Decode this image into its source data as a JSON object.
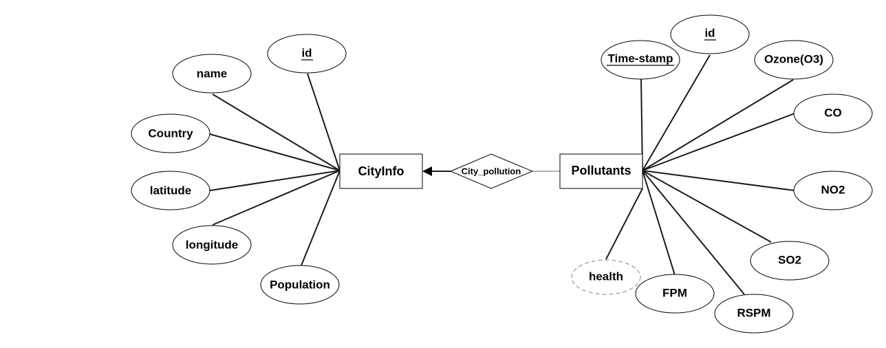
{
  "entities": {
    "cityinfo": {
      "label": "CityInfo"
    },
    "pollutants": {
      "label": "Pollutants"
    }
  },
  "relationship": {
    "label": "City_pollution"
  },
  "cityinfo_attributes": {
    "id": {
      "label": "id",
      "key": true
    },
    "name": {
      "label": "name"
    },
    "country": {
      "label": "Country"
    },
    "latitude": {
      "label": "latitude"
    },
    "longitude": {
      "label": "longitude"
    },
    "population": {
      "label": "Population"
    }
  },
  "pollutants_attributes": {
    "id": {
      "label": "id",
      "key": true
    },
    "time_stamp": {
      "label": "Time-stamp",
      "key": true
    },
    "ozone": {
      "label": "Ozone(O3)"
    },
    "co": {
      "label": "CO"
    },
    "no2": {
      "label": "NO2"
    },
    "so2": {
      "label": "SO2"
    },
    "rspm": {
      "label": "RSPM"
    },
    "fpm": {
      "label": "FPM"
    },
    "health": {
      "label": "health",
      "derived": true
    }
  },
  "colors": {
    "line": "#000000",
    "derived_outline": "#aaaaaa",
    "fill": "#ffffff"
  }
}
